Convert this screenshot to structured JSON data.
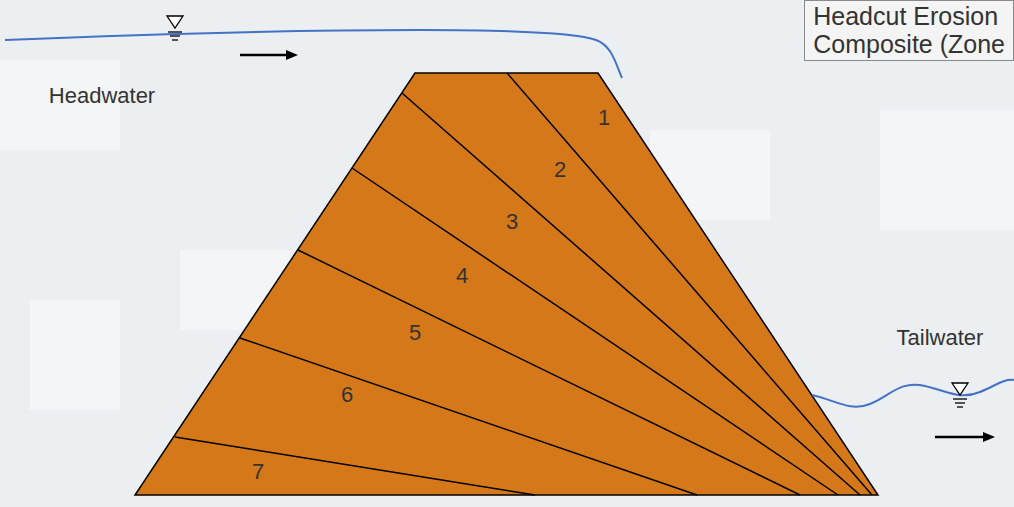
{
  "diagram": {
    "nodes": [
      {
        "text": [
          "Headcut Erosion",
          "Composite (Zone"
        ]
      }
    ],
    "labels": [
      "Headwater",
      "Tailwater",
      "1",
      "2",
      "3",
      "4",
      "5",
      "6",
      "7"
    ]
  }
}
